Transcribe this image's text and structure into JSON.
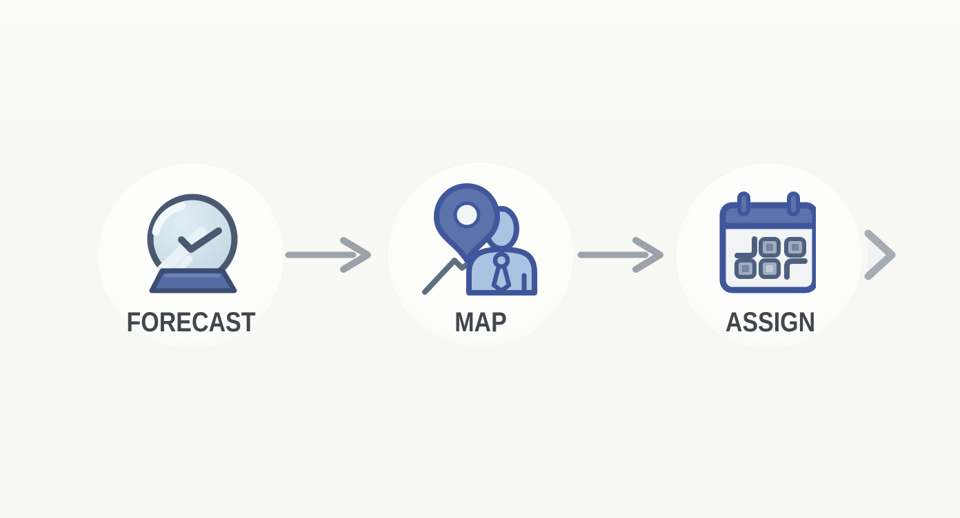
{
  "diagram": {
    "type": "process-flow",
    "direction": "left-to-right",
    "steps": [
      {
        "label": "FORECAST",
        "icon": "crystal-ball-check-icon"
      },
      {
        "label": "MAP",
        "icon": "map-pin-person-icon"
      },
      {
        "label": "ASSIGN",
        "icon": "calendar-grid-icon"
      }
    ],
    "connectors": [
      {
        "type": "arrow-right",
        "between": [
          "FORECAST",
          "MAP"
        ]
      },
      {
        "type": "arrow-right",
        "between": [
          "MAP",
          "ASSIGN"
        ]
      },
      {
        "type": "chevron-right",
        "position": "right-edge-partial"
      }
    ]
  },
  "colors": {
    "background": "#f8f8f5",
    "halo": "#fdfdfb",
    "label_text": "#42474e",
    "arrow_gray": "#9ca2a9",
    "chevron_gray": "#a6acb3",
    "outline_navy": "#3f569b",
    "fill_blue_medium": "#5b72aa",
    "fill_blue_light": "#abc3e2",
    "ball_fill": "#cfe0ea",
    "ball_outline_slate": "#4b5970",
    "calendar_body": "#f1f3f4",
    "grid_cell_fill": "#9fadbf",
    "grid_cell_outline": "#4e607f",
    "mountain_gray": "#5e6f81"
  }
}
